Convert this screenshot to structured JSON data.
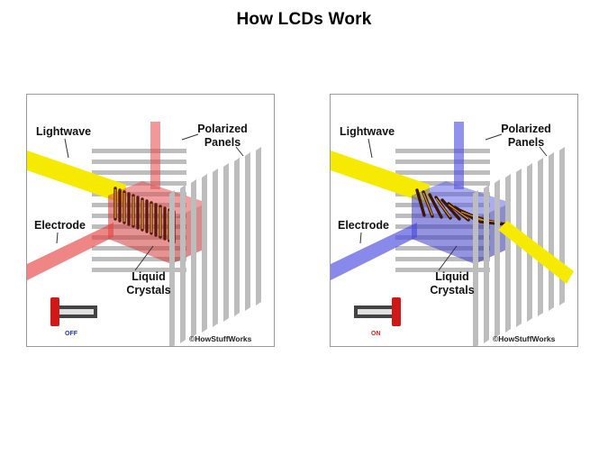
{
  "title": "How LCDs Work",
  "brand": "HowStuffWorks",
  "colors": {
    "light": "#f5ea00",
    "off_accent": "#e64545",
    "on_accent": "#4a4ae0",
    "panel_bar": "#b9b9b9",
    "crystal": "#d4a020"
  },
  "panels": [
    {
      "state": "OFF",
      "labels": {
        "lightwave": "Lightwave",
        "polarized_line1": "Polarized",
        "polarized_line2": "Panels",
        "electrode": "Electrode",
        "liquid_line1": "Liquid",
        "liquid_line2": "Crystals"
      }
    },
    {
      "state": "ON",
      "labels": {
        "lightwave": "Lightwave",
        "polarized_line1": "Polarized",
        "polarized_line2": "Panels",
        "electrode": "Electrode",
        "liquid_line1": "Liquid",
        "liquid_line2": "Crystals"
      }
    }
  ]
}
